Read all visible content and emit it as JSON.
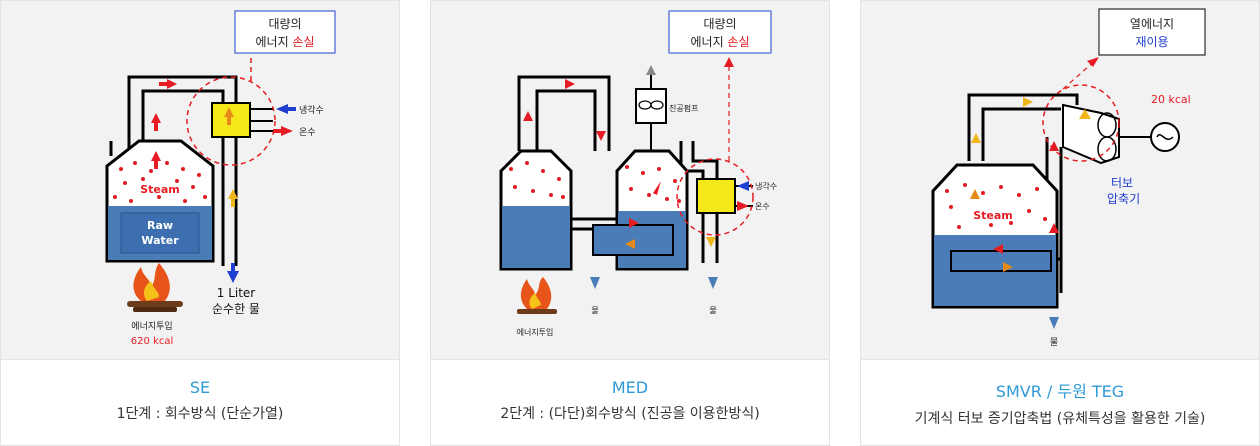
{
  "colors": {
    "water": "#4a7db8",
    "caption_title": "#2f9ad6",
    "loss_red": "#e51c23",
    "blue_text": "#1f3fd0",
    "yellow": "#f5e81a"
  },
  "panels": [
    {
      "title": "SE",
      "desc": "1단계 : 회수방식 (단순가열)",
      "labels": {
        "callout_l1": "대량의",
        "callout_l2a": "에너지 ",
        "callout_l2b": "손실",
        "cooling": "냉각수",
        "warm": "온수",
        "steam": "Steam",
        "raw1": "Raw",
        "raw2": "Water",
        "out1": "1 Liter",
        "out2": "순수한 물",
        "energy": "에너지투입",
        "kcal": "620 kcal"
      },
      "icons": [
        "fire-icon",
        "arrow-icon"
      ]
    },
    {
      "title": "MED",
      "desc": "2단계 : (다단)회수방식 (진공을 이용한방식)",
      "labels": {
        "callout_l1": "대량의",
        "callout_l2a": "에너지 ",
        "callout_l2b": "손실",
        "pump": "진공펌프",
        "cooling": "냉각수",
        "warm": "온수",
        "water_left": "물",
        "water_right": "물",
        "energy": "에너지투입"
      },
      "icons": [
        "fire-icon",
        "fan-icon",
        "arrow-icon"
      ]
    },
    {
      "title": "SMVR / 두원 TEG",
      "desc": "기계식 터보 증기압축법 (유체특성을 활용한 기술)",
      "labels": {
        "callout_l1": "열에너지",
        "callout_l2": "재이용",
        "kcal": "20 kcal",
        "turbo1": "터보",
        "turbo2": "압축기",
        "steam": "Steam",
        "water": "물"
      },
      "icons": [
        "turbine-icon",
        "generator-icon",
        "arrow-icon"
      ]
    }
  ]
}
